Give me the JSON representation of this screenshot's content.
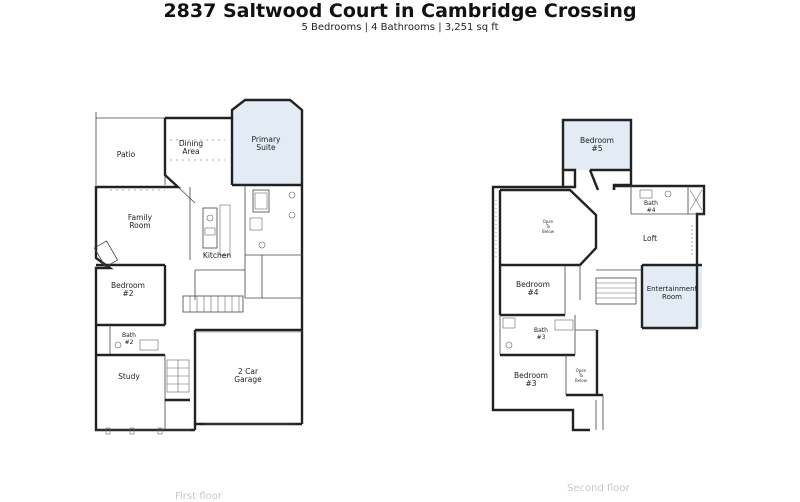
{
  "header": {
    "title": "2837 Saltwood Court in Cambridge Crossing",
    "subtitle": "5 Bedrooms | 4 Bathrooms | 3,251 sq ft"
  },
  "floors": {
    "first": {
      "caption": "First floor",
      "rooms": {
        "patio": "Patio",
        "dining_1": "Dining",
        "dining_2": "Area",
        "primary_1": "Primary",
        "primary_2": "Suite",
        "family_1": "Family",
        "family_2": "Room",
        "kitchen": "Kitchen",
        "bedroom2_1": "Bedroom",
        "bedroom2_2": "#2",
        "bath2_1": "Bath",
        "bath2_2": "#2",
        "study": "Study",
        "garage_1": "2 Car",
        "garage_2": "Garage"
      }
    },
    "second": {
      "caption": "Second floor",
      "rooms": {
        "bedroom5_1": "Bedroom",
        "bedroom5_2": "#5",
        "bath4_1": "Bath",
        "bath4_2": "#4",
        "open_1": "Open",
        "open_2": "To",
        "open_3": "Below",
        "loft": "Loft",
        "bedroom4_1": "Bedroom",
        "bedroom4_2": "#4",
        "entertainment_1": "Entertainment",
        "entertainment_2": "Room",
        "bath3_1": "Bath",
        "bath3_2": "#3",
        "bedroom3_1": "Bedroom",
        "bedroom3_2": "#3",
        "open2_1": "Open",
        "open2_2": "To",
        "open2_3": "Below"
      }
    }
  },
  "colors": {
    "highlight": "#e3ebf5",
    "wall": "#222222"
  }
}
